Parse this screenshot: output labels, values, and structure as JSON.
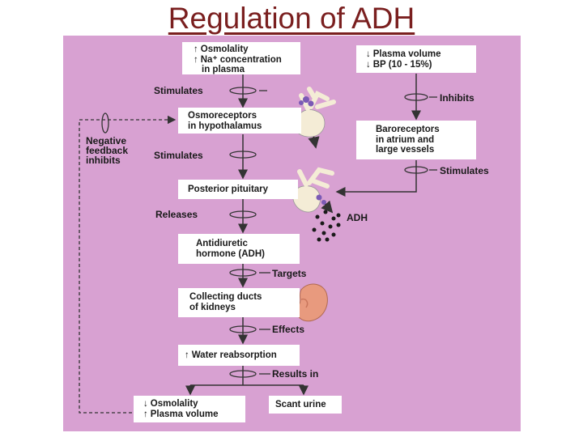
{
  "title": "Regulation of ADH",
  "boxes": {
    "osmolality": {
      "arrow": "↑",
      "lines": [
        "Osmolality",
        "Na⁺ concentration",
        "in plasma"
      ]
    },
    "plasma_volume": {
      "arrow": "↓",
      "lines": [
        "Plasma volume",
        "BP (10 - 15%)"
      ]
    },
    "osmoreceptors": {
      "lines": [
        "Osmoreceptors",
        "in hypothalamus"
      ]
    },
    "baroreceptors": {
      "lines": [
        "Baroreceptors",
        "in atrium and",
        "large vessels"
      ]
    },
    "posterior_pituitary": {
      "lines": [
        "Posterior pituitary"
      ]
    },
    "adh_hormone": {
      "lines": [
        "Antidiuretic",
        "hormone (ADH)"
      ]
    },
    "collecting_ducts": {
      "lines": [
        "Collecting ducts",
        "of kidneys"
      ]
    },
    "water_reabsorption": {
      "arrow": "↑",
      "text": "Water reabsorption"
    },
    "result": {
      "arrow": "↓",
      "arrow2": "↑",
      "lines": [
        "Osmolality",
        "Plasma volume"
      ]
    },
    "scant_urine": {
      "text": "Scant urine"
    }
  },
  "labels": {
    "stimulates1": "Stimulates",
    "inhibits": "Inhibits",
    "negative_feedback": [
      "Negative",
      "feedback",
      "inhibits"
    ],
    "stimulates2": "Stimulates",
    "stimulates3": "Stimulates",
    "releases": "Releases",
    "adh": "ADH",
    "targets": "Targets",
    "effects": "Effects",
    "results_in": "Results in"
  },
  "colors": {
    "panel": "#d8a1d2",
    "title": "#7a1f1f",
    "box": "#ffffff",
    "line": "#333333"
  }
}
